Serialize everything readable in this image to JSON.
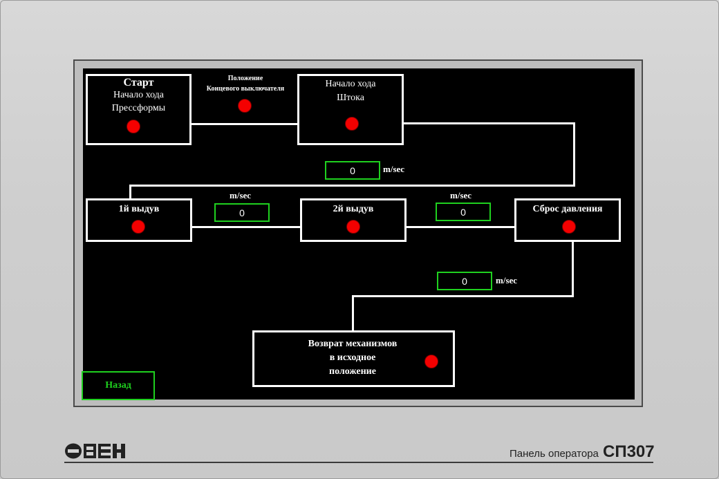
{
  "steps": {
    "start": {
      "title": "Старт",
      "line1": "Начало хода",
      "line2": "Прессформы"
    },
    "limit_switch": {
      "line1": "Положение",
      "line2": "Концевого выключателя"
    },
    "rod": {
      "line1": "Начало хода",
      "line2": "Штока"
    },
    "blow1": {
      "label": "1й выдув"
    },
    "blow2": {
      "label": "2й выдув"
    },
    "release": {
      "label": "Сброс давления"
    },
    "return": {
      "line1": "Возврат механизмов",
      "line2": "в исходное",
      "line3": "положение"
    }
  },
  "fields": {
    "rod_to_blow1": {
      "value": "0",
      "unit": "m/sec"
    },
    "blow1_to_blow2": {
      "value": "0",
      "unit": "m/sec"
    },
    "blow2_to_release": {
      "value": "0",
      "unit": "m/sec"
    },
    "release_to_return": {
      "value": "0",
      "unit": "m/sec"
    }
  },
  "indicator_color": "#f40000",
  "back_button": {
    "label": "Назад"
  },
  "footer": {
    "brand": "ОВЕН",
    "device_label": "Панель оператора",
    "model": "СП307"
  }
}
